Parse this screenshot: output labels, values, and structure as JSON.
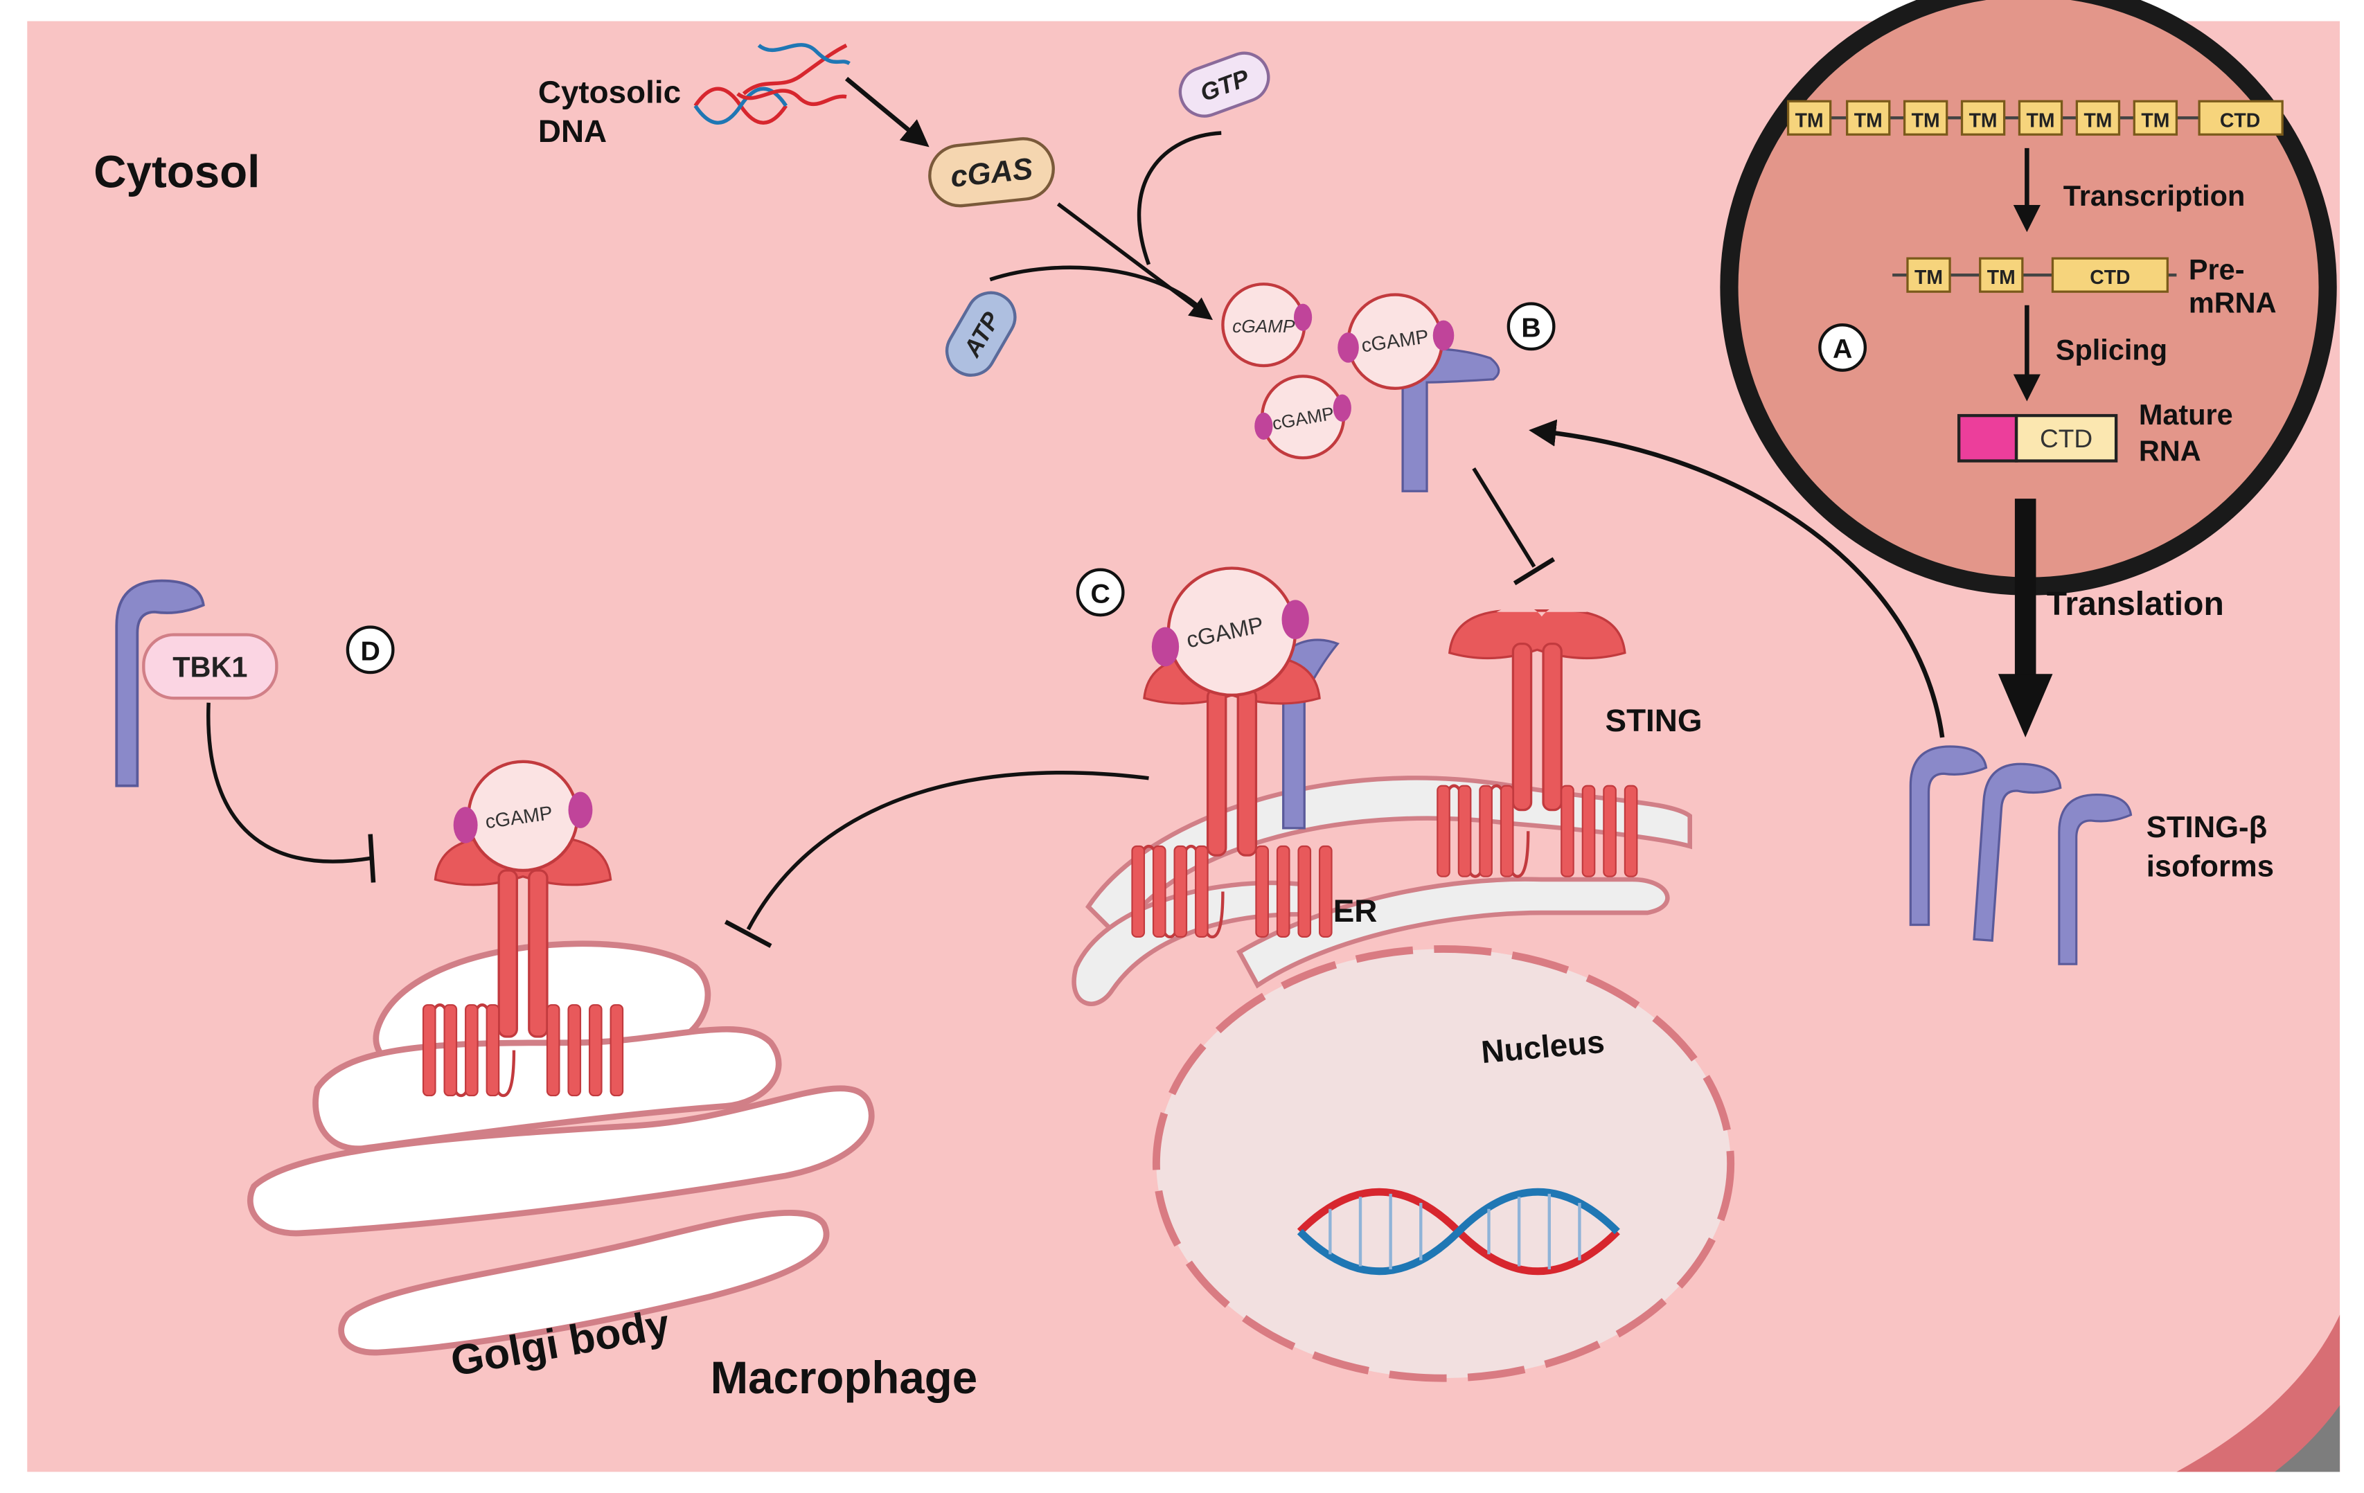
{
  "labels": {
    "cytosol": "Cytosol",
    "cytosolic_dna": [
      "Cytosolic",
      "DNA"
    ],
    "cgas": "cGAS",
    "gtp": "GTP",
    "atp": "ATP",
    "cgamp": "cGAMP",
    "tbk1": "TBK1",
    "sting": "STING",
    "er": "ER",
    "nucleus": "Nucleus",
    "golgi": "Golgi body",
    "macrophage": "Macrophage",
    "sting_beta": [
      "STING-β",
      "isoforms"
    ],
    "tm": "TM",
    "ctd": "CTD",
    "transcription": "Transcription",
    "pre_mrna": [
      "Pre-",
      "mRNA"
    ],
    "splicing": "Splicing",
    "mature_rna": [
      "Mature",
      "RNA"
    ],
    "translation": "Translation"
  },
  "markers": {
    "a": "A",
    "b": "B",
    "c": "C",
    "d": "D"
  },
  "colors": {
    "cytosol_bg": "#f9c4c4",
    "nucleus_outer": "#e3968a",
    "nucleus_inner": "#f2e0e0",
    "sting_red": "#e8595b",
    "isoform_purple": "#8a89c9",
    "cgamp_magenta": "#c0449a",
    "exon_yellow": "#f6d47c",
    "spliced_pink": "#ec3e9b",
    "dna_red": "#d7262e",
    "dna_blue": "#1f77b4"
  }
}
